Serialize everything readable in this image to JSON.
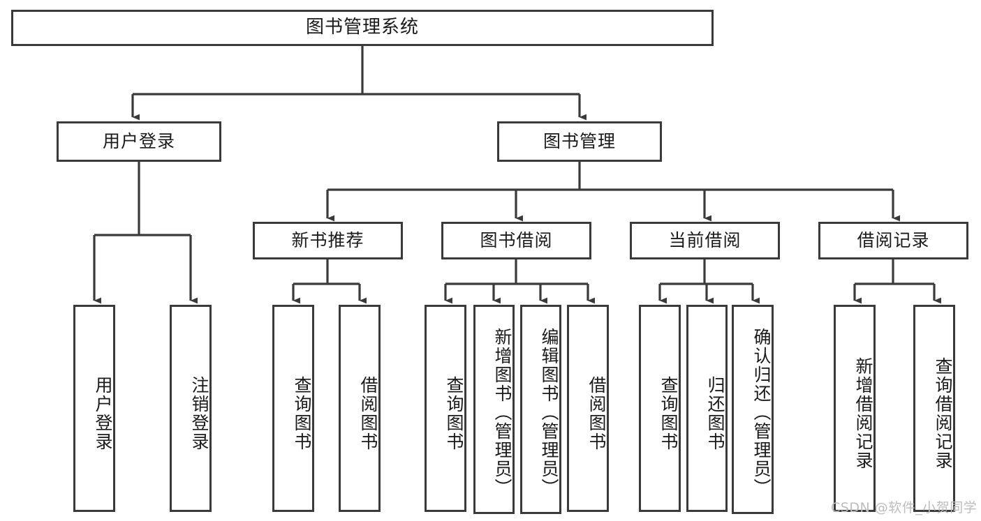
{
  "diagram": {
    "type": "tree-hierarchy-chart",
    "title": "图书管理系统",
    "line_color": "#3a3a3a",
    "box_fill": "#ffffff",
    "text_color": "#1a1a1a",
    "root": {
      "label": "图书管理系统"
    },
    "level1": [
      {
        "label": "用户登录"
      },
      {
        "label": "图书管理"
      }
    ],
    "level2": [
      {
        "label": "新书推荐"
      },
      {
        "label": "图书借阅"
      },
      {
        "label": "当前借阅"
      },
      {
        "label": "借阅记录"
      }
    ],
    "leaves": {
      "user_login": [
        {
          "label": "用户登录"
        },
        {
          "label": "注销登录"
        }
      ],
      "new_book_recommend": [
        {
          "label": "查询图书"
        },
        {
          "label": "借阅图书"
        }
      ],
      "book_borrow": [
        {
          "label": "查询图书"
        },
        {
          "label": "新增图书（管理员）"
        },
        {
          "label": "编辑图书（管理员）"
        },
        {
          "label": "借阅图书"
        }
      ],
      "current_borrow": [
        {
          "label": "查询图书"
        },
        {
          "label": "归还图书"
        },
        {
          "label": "确认归还（管理员）"
        }
      ],
      "borrow_record": [
        {
          "label": "新增借阅记录"
        },
        {
          "label": "查询借阅记录"
        }
      ]
    }
  },
  "watermark": {
    "text": "CSDN @软件_小贺同学"
  }
}
